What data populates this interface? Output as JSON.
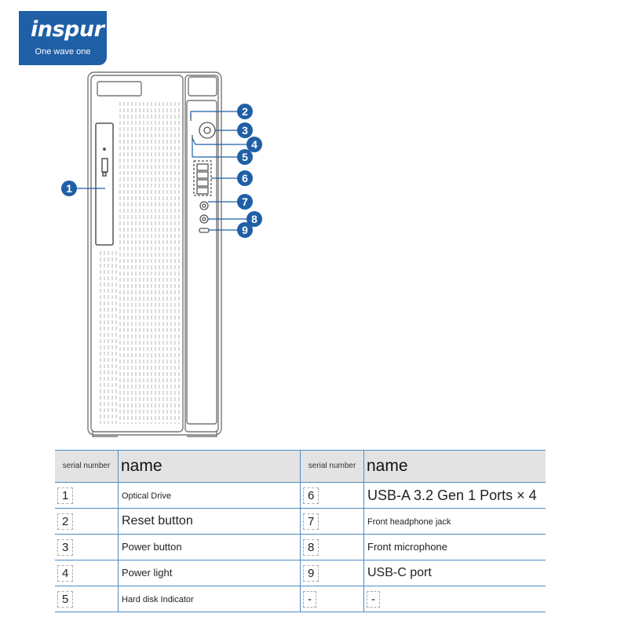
{
  "brand": {
    "logo_text": "inspur",
    "tagline": "One wave one",
    "color": "#1f5fa6"
  },
  "callouts": [
    "1",
    "2",
    "3",
    "4",
    "5",
    "6",
    "7",
    "8",
    "9"
  ],
  "callout_color": "#1f5fa6",
  "table": {
    "header_serial": "serial number",
    "header_name": "name",
    "rows": [
      {
        "n1": "1",
        "name1": "Optical Drive",
        "n2": "6",
        "name2": "USB-A 3.2 Gen 1 Ports × 4"
      },
      {
        "n1": "2",
        "name1": "Reset button",
        "n2": "7",
        "name2": "Front headphone jack"
      },
      {
        "n1": "3",
        "name1": "Power button",
        "n2": "8",
        "name2": "Front microphone"
      },
      {
        "n1": "4",
        "name1": "Power light",
        "n2": "9",
        "name2": "USB-C port"
      },
      {
        "n1": "5",
        "name1": "Hard disk Indicator",
        "n2": "-",
        "name2": "-"
      }
    ]
  }
}
